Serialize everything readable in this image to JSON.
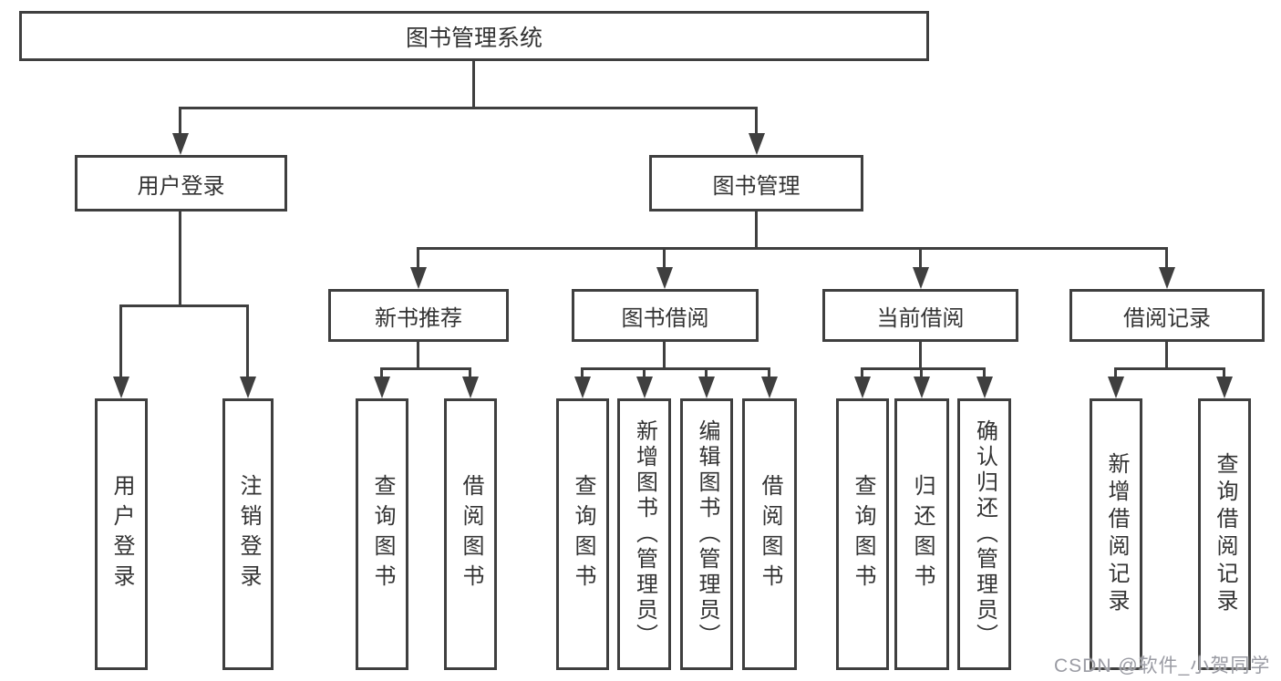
{
  "nodes": {
    "root": "图书管理系统",
    "level2": [
      "用户登录",
      "图书管理"
    ],
    "level3": [
      "新书推荐",
      "图书借阅",
      "当前借阅",
      "借阅记录"
    ],
    "leaves_user_login": [
      "用户登录",
      "注销登录"
    ],
    "leaves_new_books": [
      "查询图书",
      "借阅图书"
    ],
    "leaves_book_borrow": [
      "查询图书",
      "新增图书（管理员）",
      "编辑图书（管理员）",
      "借阅图书"
    ],
    "leaves_current_borrow": [
      "查询图书",
      "归还图书",
      "确认归还（管理员）"
    ],
    "leaves_borrow_records": [
      "新增借阅记录",
      "查询借阅记录"
    ]
  },
  "watermark": {
    "text": "CSDN @软件_小贺同学"
  },
  "colors": {
    "line": "#3f3f3f",
    "text": "#333333",
    "watermark": "#9a9ba3"
  }
}
